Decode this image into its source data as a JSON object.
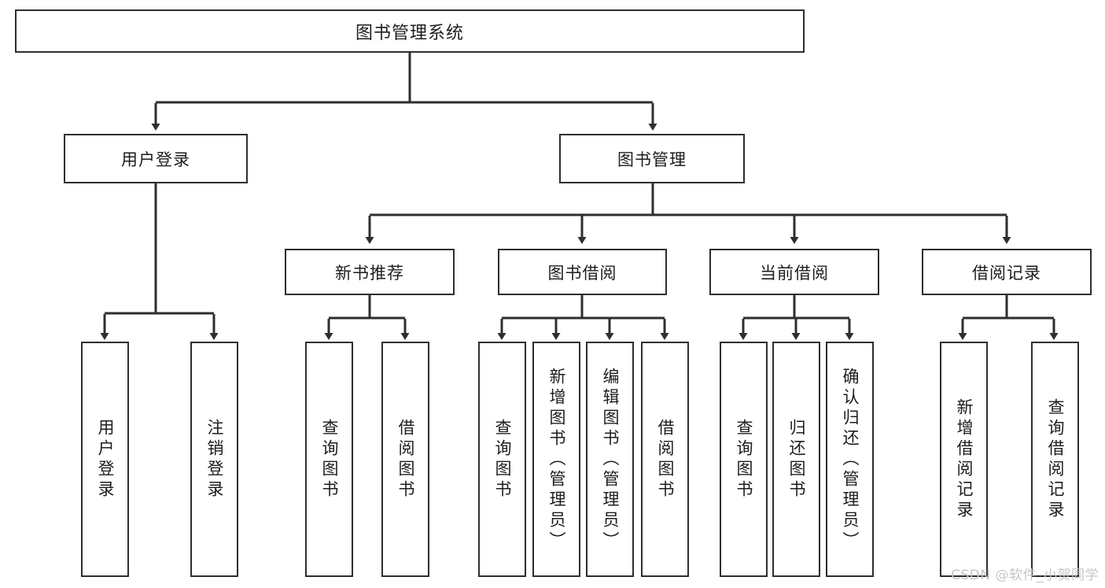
{
  "diagram": {
    "title": "图书管理系统",
    "type": "tree-hierarchy",
    "root": {
      "label": "图书管理系统"
    },
    "level2": [
      {
        "label": "用户登录"
      },
      {
        "label": "图书管理"
      }
    ],
    "level3": [
      {
        "label": "新书推荐"
      },
      {
        "label": "图书借阅"
      },
      {
        "label": "当前借阅"
      },
      {
        "label": "借阅记录"
      }
    ],
    "leaves": {
      "user_login": [
        {
          "label": "用户登录"
        },
        {
          "label": "注销登录"
        }
      ],
      "new_book_recommend": [
        {
          "label": "查询图书"
        },
        {
          "label": "借阅图书"
        }
      ],
      "book_borrow": [
        {
          "label": "查询图书"
        },
        {
          "label": "新增图书（管理员）"
        },
        {
          "label": "编辑图书（管理员）"
        },
        {
          "label": "借阅图书"
        }
      ],
      "current_borrow": [
        {
          "label": "查询图书"
        },
        {
          "label": "归还图书"
        },
        {
          "label": "确认归还（管理员）"
        }
      ],
      "borrow_record": [
        {
          "label": "新增借阅记录"
        },
        {
          "label": "查询借阅记录"
        }
      ]
    }
  },
  "watermark": {
    "text": "CSDN @软件_小贺同学"
  },
  "colors": {
    "border": "#2e2e2e",
    "text": "#1d1d1d",
    "background": "#ffffff",
    "watermark": "#c6c6c6"
  }
}
